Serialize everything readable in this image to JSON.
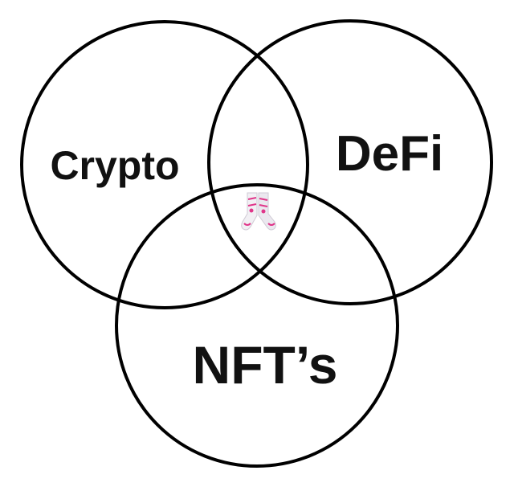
{
  "diagram": {
    "type": "venn",
    "sets": [
      {
        "label": "Crypto"
      },
      {
        "label": "DeFi"
      },
      {
        "label": "NFT’s"
      }
    ],
    "center_image": "socks-icon",
    "colors": {
      "outline": "#000000",
      "text": "#111111",
      "background": "#ffffff",
      "accent_pink": "#e0368a",
      "sock_body": "#f2f0f4"
    }
  }
}
